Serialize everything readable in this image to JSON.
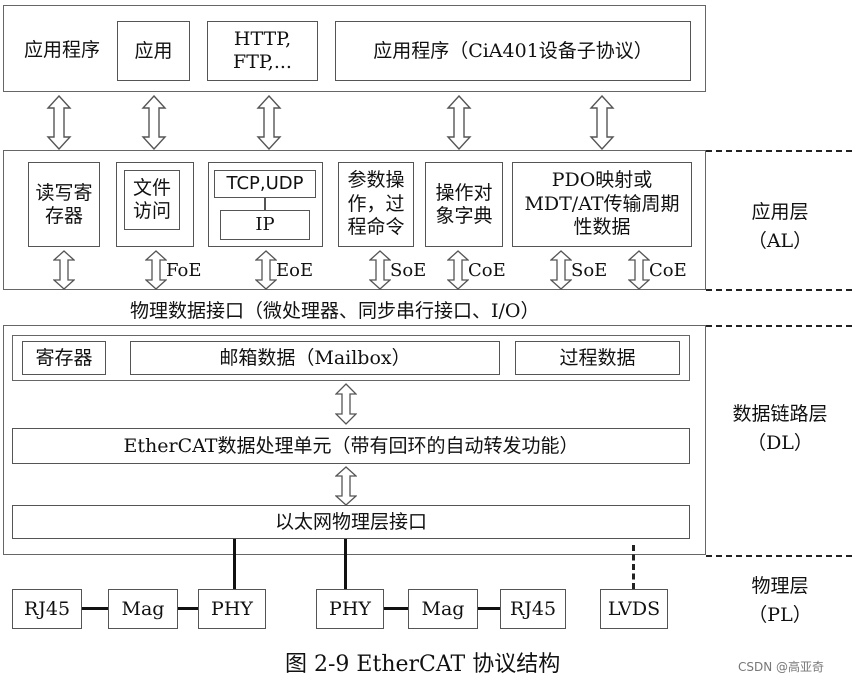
{
  "app_layer": {
    "top": {
      "box1": "应用程序",
      "box2": "应用",
      "box3_line1": "HTTP,",
      "box3_line2": "FTP,...",
      "box4": "应用程序（CiA401设备子协议）"
    },
    "services": {
      "rw_line1": "读写寄",
      "rw_line2": "存器",
      "file_line1": "文件",
      "file_line2": "访问",
      "tcp": "TCP,UDP",
      "ip": "IP",
      "param_line1": "参数操",
      "param_line2": "作，过",
      "param_line3": "程命令",
      "obj_line1": "操作对",
      "obj_line2": "象字典",
      "pdo_line1": "PDO映射或",
      "pdo_line2": "MDT/AT传输周期",
      "pdo_line3": "性数据"
    },
    "protocols": {
      "foe": "FoE",
      "eoe": "EoE",
      "soe1": "SoE",
      "coe1": "CoE",
      "soe2": "SoE",
      "coe2": "CoE"
    }
  },
  "interface_label": "物理数据接口（微处理器、同步串行接口、I/O）",
  "dl_layer": {
    "register": "寄存器",
    "mailbox": "邮箱数据（Mailbox）",
    "process": "过程数据",
    "ecat_unit": "EtherCAT数据处理单元（带有回环的自动转发功能）",
    "eth_if": "以太网物理层接口"
  },
  "phys": {
    "rj45_left": "RJ45",
    "mag_left": "Mag",
    "phy_left": "PHY",
    "phy_right": "PHY",
    "mag_right": "Mag",
    "rj45_right": "RJ45",
    "lvds": "LVDS"
  },
  "layers": {
    "al_name": "应用层",
    "al_abbr": "（AL）",
    "dl_name": "数据链路层",
    "dl_abbr": "（DL）",
    "pl_name": "物理层",
    "pl_abbr": "（PL）"
  },
  "caption": "图 2-9 EtherCAT 协议结构",
  "watermark": "CSDN @高亚奇"
}
